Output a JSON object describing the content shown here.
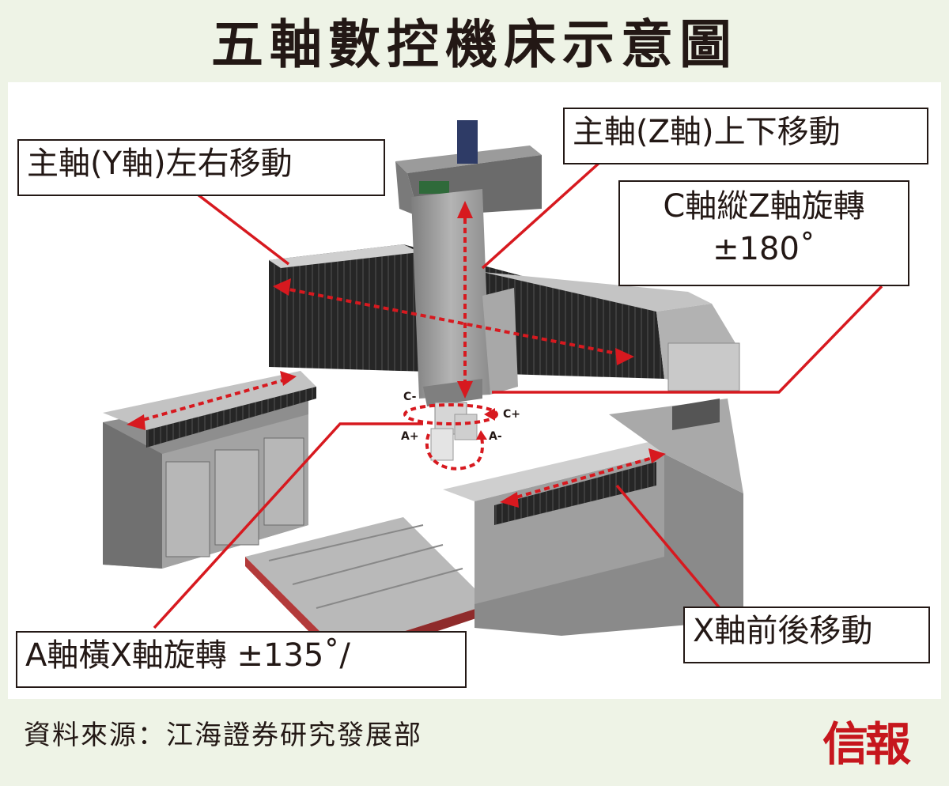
{
  "title": "五軸數控機床示意圖",
  "callouts": {
    "y_axis": "主軸(Y軸)左右移動",
    "z_axis": "主軸(Z軸)上下移動",
    "c_axis_line1": "C軸縱Z軸旋轉",
    "c_axis_line2": "±180˚",
    "x_axis": "X軸前後移動",
    "a_axis": "A軸橫X軸旋轉 ±135˚/"
  },
  "rotation_labels": {
    "c_minus": "C-",
    "c_plus": "C+",
    "a_plus": "A+",
    "a_minus": "A-"
  },
  "spindle_plate": "",
  "source": "資料來源：江海證券研究發展部",
  "logo": "信報",
  "colors": {
    "accent_red": "#d7191f",
    "machine_dark": "#2a2a2a",
    "machine_gray": "#9a9a9a",
    "frame_text": "#231815",
    "background": "#eef3e6",
    "logo_red": "#c6161d"
  }
}
